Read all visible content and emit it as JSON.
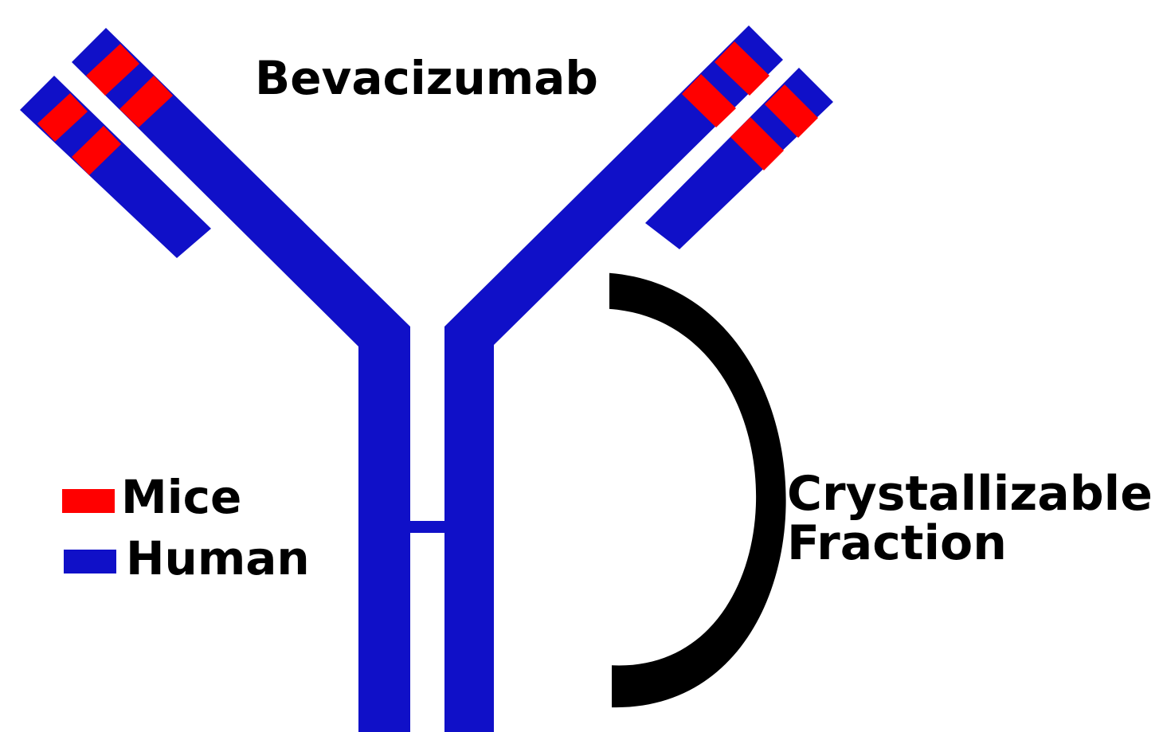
{
  "title": "Bevacizumab",
  "region_label": {
    "line1": "Crystallizable",
    "line2": "Fraction"
  },
  "legend": [
    {
      "label": "Mice",
      "color": "#ff0000"
    },
    {
      "label": "Human",
      "color": "#1010c8"
    }
  ],
  "colors": {
    "human": "#1010c8",
    "mice": "#ff0000",
    "bracket": "#000000",
    "background": "#ffffff"
  }
}
